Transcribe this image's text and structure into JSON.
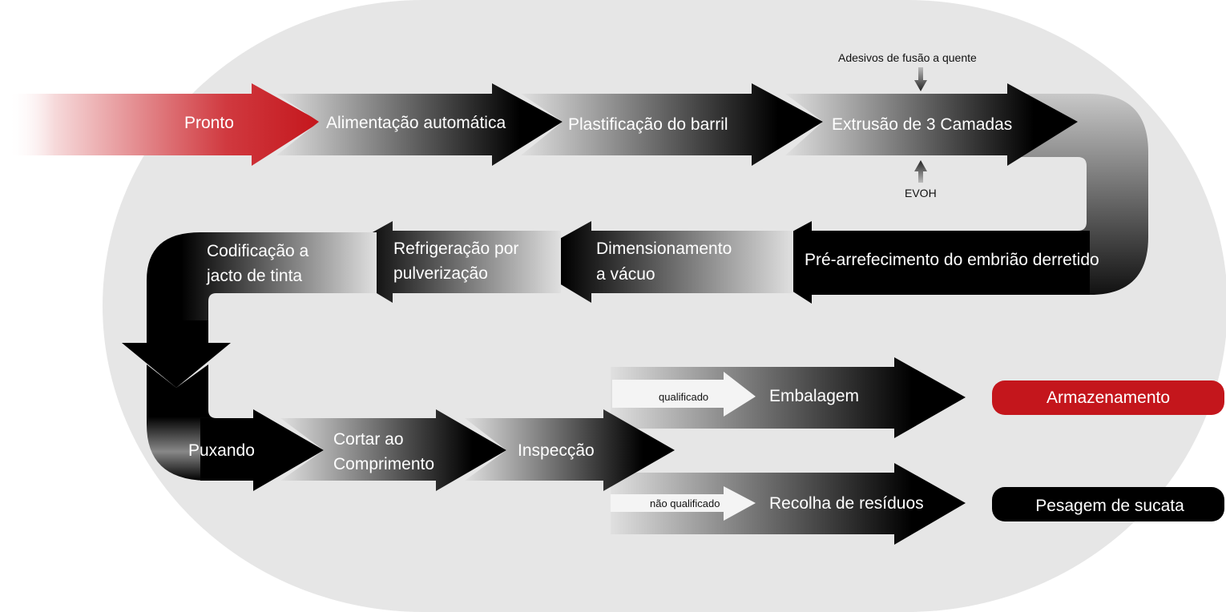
{
  "title": "Fluxo de produção de tubos de 3 camadas",
  "colors": {
    "background_ellipse": "#e6e6e6",
    "accent_red": "#c4161c",
    "dark": "#000000",
    "text_light": "#ffffff",
    "text_dark": "#111111"
  },
  "steps": {
    "pronto": "Pronto",
    "alimentacao": "Alimentação automática",
    "plastificacao": "Plastificação do barril",
    "extrusao": "Extrusão de 3 Camadas",
    "pre_arrefecimento": "Pré-arrefecimento do embrião derretido",
    "dimensionamento": [
      "Dimensionamento",
      "a vácuo"
    ],
    "refrigeracao": [
      "Refrigeração por",
      "pulverização"
    ],
    "codificacao": [
      "Codificação a",
      "jacto de tinta"
    ],
    "puxando": "Puxando",
    "cortar": [
      "Cortar ao",
      "Comprimento"
    ],
    "inspeccao": "Inspecção",
    "embalagem": "Embalagem",
    "recolha": "Recolha de resíduos"
  },
  "inputs": {
    "top": "Adesivos de fusão a quente",
    "bottom": "EVOH"
  },
  "branches": {
    "qualified": "qualificado",
    "unqualified": "não qualificado"
  },
  "outcomes": {
    "storage": "Armazenamento",
    "scrap": "Pesagem de sucata"
  }
}
